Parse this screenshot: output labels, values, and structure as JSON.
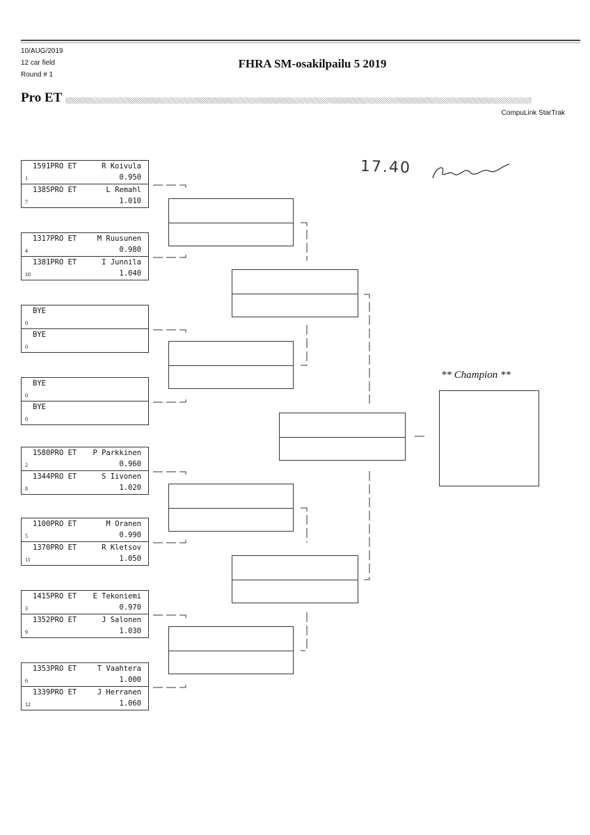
{
  "header": {
    "date": "10/AUG/2019",
    "field": "12 car field",
    "round": "Round # 1",
    "title": "FHRA SM-osakilpailu 5  2019",
    "class": "Pro ET",
    "brand": "CompuLink StarTrak"
  },
  "handwritten": {
    "time": "17.40",
    "signature": "Puu"
  },
  "champion_label": "** Champion **",
  "matches": [
    [
      {
        "car": "1591PRO ET",
        "name": "R Koivula",
        "seed": "1",
        "dial": "0.950"
      },
      {
        "car": "1385PRO ET",
        "name": "L Remahl",
        "seed": "7",
        "dial": "1.010"
      }
    ],
    [
      {
        "car": "1317PRO ET",
        "name": "M Ruusunen",
        "seed": "4",
        "dial": "0.980"
      },
      {
        "car": "1381PRO ET",
        "name": "I Junnila",
        "seed": "10",
        "dial": "1.040"
      }
    ],
    [
      {
        "car": "BYE",
        "name": "",
        "seed": "0",
        "dial": ""
      },
      {
        "car": "BYE",
        "name": "",
        "seed": "0",
        "dial": ""
      }
    ],
    [
      {
        "car": "BYE",
        "name": "",
        "seed": "0",
        "dial": ""
      },
      {
        "car": "BYE",
        "name": "",
        "seed": "0",
        "dial": ""
      }
    ],
    [
      {
        "car": "1580PRO ET",
        "name": "P Parkkinen",
        "seed": "2",
        "dial": "0.960"
      },
      {
        "car": "1344PRO ET",
        "name": "S Iivonen",
        "seed": "8",
        "dial": "1.020"
      }
    ],
    [
      {
        "car": "1100PRO ET",
        "name": "M Oranen",
        "seed": "5",
        "dial": "0.990"
      },
      {
        "car": "1370PRO ET",
        "name": "R Kletsov",
        "seed": "11",
        "dial": "1.050"
      }
    ],
    [
      {
        "car": "1415PRO ET",
        "name": "E Tekoniemi",
        "seed": "3",
        "dial": "0.970"
      },
      {
        "car": "1352PRO ET",
        "name": "J Salonen",
        "seed": "9",
        "dial": "1.030"
      }
    ],
    [
      {
        "car": "1353PRO ET",
        "name": "T Vaahtera",
        "seed": "6",
        "dial": "1.000"
      },
      {
        "car": "1339PRO ET",
        "name": "J Herranen",
        "seed": "12",
        "dial": "1.060"
      }
    ]
  ]
}
